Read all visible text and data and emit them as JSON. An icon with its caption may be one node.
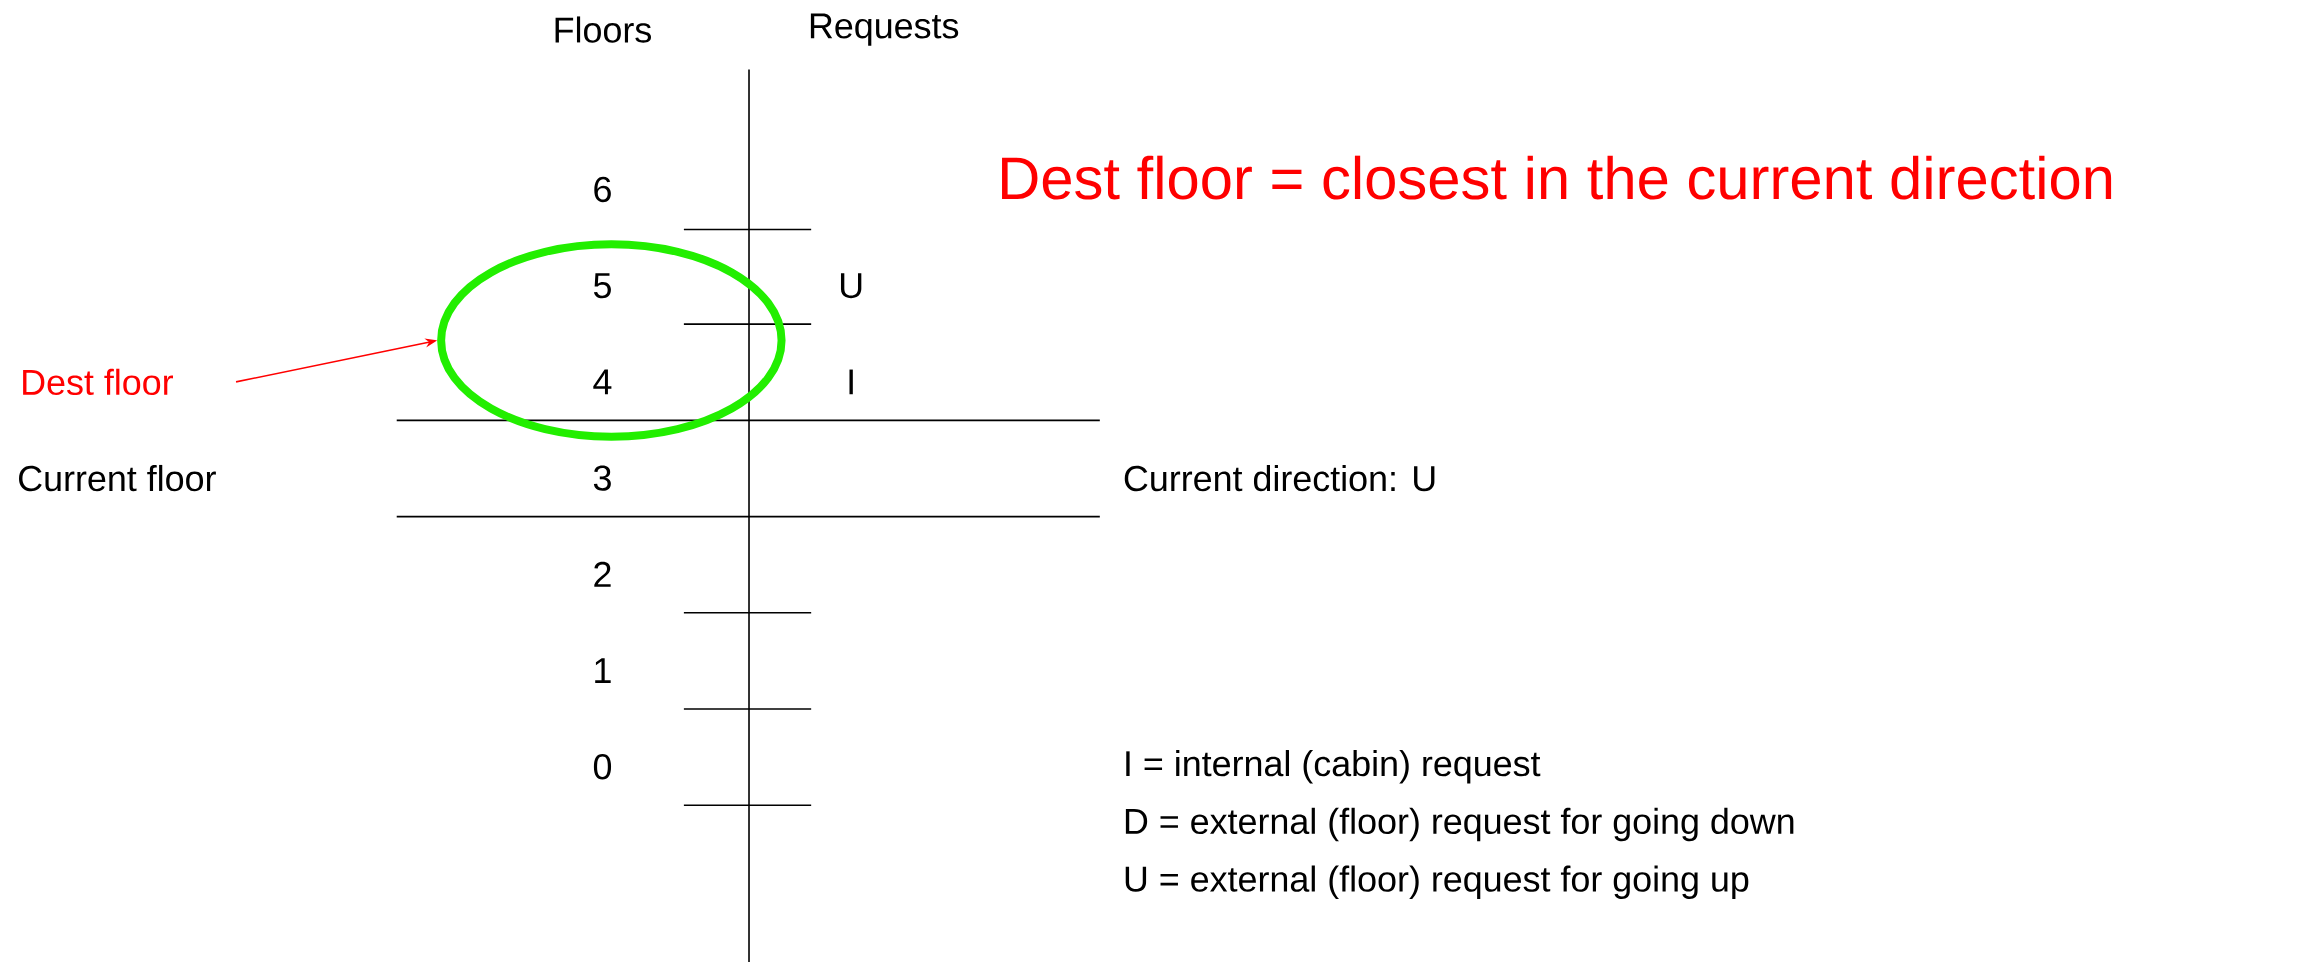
{
  "diagram": {
    "nodes": [
      {
        "text": [
          "Dest floor"
        ]
      },
      {
        "text": [],
        "shape": "ellipse"
      }
    ],
    "edges": [
      {
        "from": 0,
        "to": 1,
        "arrow": "to",
        "color": "#ff0000"
      }
    ],
    "labels": [
      "Floors",
      "Requests",
      "Dest floor = closest in the current direction",
      "6",
      "5",
      "U",
      "4",
      "I",
      "Current floor",
      "3",
      "Current direction: U",
      "2",
      "1",
      "0",
      "I = internal (cabin) request",
      "D = external (floor) request for going down",
      "U = external (floor) request for going up"
    ]
  }
}
